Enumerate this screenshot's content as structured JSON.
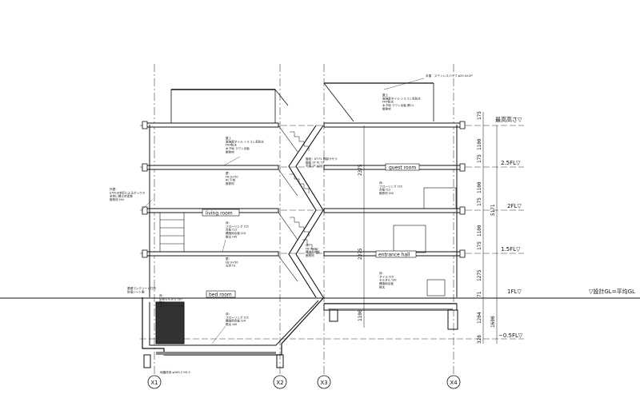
{
  "levels": {
    "top": "最高高さ▽",
    "fl25": "2.5FL▽",
    "fl2": "2FL▽",
    "fl15": "1.5FL▽",
    "fl1": "1FL▽",
    "flm05": "−0.5FL▽",
    "gl": "▽設計GL=平均GL"
  },
  "rooms": {
    "living": "living room",
    "guest": "guest room",
    "entrance": "entrance hall",
    "bed": "bed room"
  },
  "grid": {
    "x1": "X1",
    "x2": "X2",
    "x3": "X3",
    "x4": "X4"
  },
  "dims_right": [
    "175",
    "1100",
    "175",
    "1100",
    "175",
    "1100",
    "175",
    "1275",
    "71",
    "1204",
    "328"
  ],
  "dims_total": [
    "5171",
    "1600"
  ],
  "dims_center": [
    "2375",
    "2375",
    "1100"
  ],
  "notes": {
    "top_pipe": "手摺　ステンレスパイプ φ25.4×2P",
    "roof_right": "屋上\n高強度タイル シリコン系防水\nFRP防水\n木下地 ラワン合板 厚12\n断熱材",
    "roof_left": "屋上\n高強度タイル シリコン系防水\nFRP防水\n木下地 ラワン合板\n断熱材",
    "mid_left": "壁：\nFB 9×50\nRC下地\n断熱材",
    "stair_note": "階段：ST PL 鋼製ササラ\n踏板 ST PL t9\n手摺 ST φ34",
    "left_side": "外壁：\nSTPLの刻印によるボックス\n全体に錆止め塗装\n断熱材 t50",
    "guest_floor": "床：\nフローリング t15\n合板 t12\n断熱材 t50",
    "living_floor": "床：\nフローリング t15\n合板 t12\n構造用合板 t24\n根太 t45",
    "lower_mid": "壁：\nFB 9×50\n天井 t9",
    "mid_center": "床：\nFB 9×50\n構造用合板\n断熱材",
    "entrance_floor": "床：\nタイル t10\nモルタル t30\n構造用合板\n根太",
    "bed_floor": "床：\nフローリング t15\n構造用合板 t24\n根太 t45",
    "basement_left": "床：\n防水モルタル t30\n防水\nコンクリート t150",
    "footing_left": "地盤改良 φ165.2 H3.5",
    "soil_note": "基礎コンクリート打設\n防湿シート敷"
  }
}
